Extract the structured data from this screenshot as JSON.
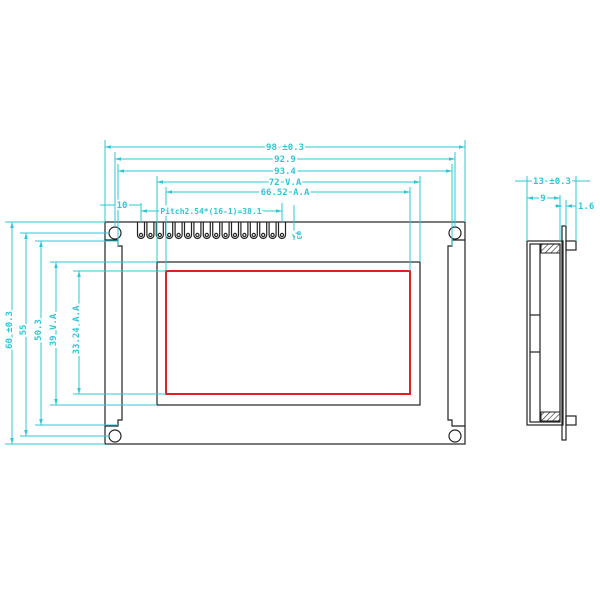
{
  "drawing": {
    "colors": {
      "dimension": "#2fc7d6",
      "outline": "#222222",
      "active_area": "#e02020"
    },
    "front_view": {
      "pin_count": 16,
      "horizontal_dims": {
        "overall_width": "98 ±0.3",
        "hole_pitch_x": "92.9",
        "bezel_width": "93.4",
        "view_area_width": "72 V.A",
        "active_area_width": "66.52 A.A",
        "pin1_offset": "10",
        "pin_pitch": "Pitch2.54*(16-1)=38.1",
        "pin_pad": "φ3"
      },
      "vertical_dims": {
        "overall_height": "60 ±0.3",
        "hole_pitch_y": "55",
        "bezel_height": "50.3",
        "view_area_height": "39 V.A",
        "active_area_height": "33.24 A.A"
      }
    },
    "side_view": {
      "total_thickness": "13 ±0.3",
      "module_thickness": "9",
      "pcb_thickness": "1.6"
    }
  }
}
